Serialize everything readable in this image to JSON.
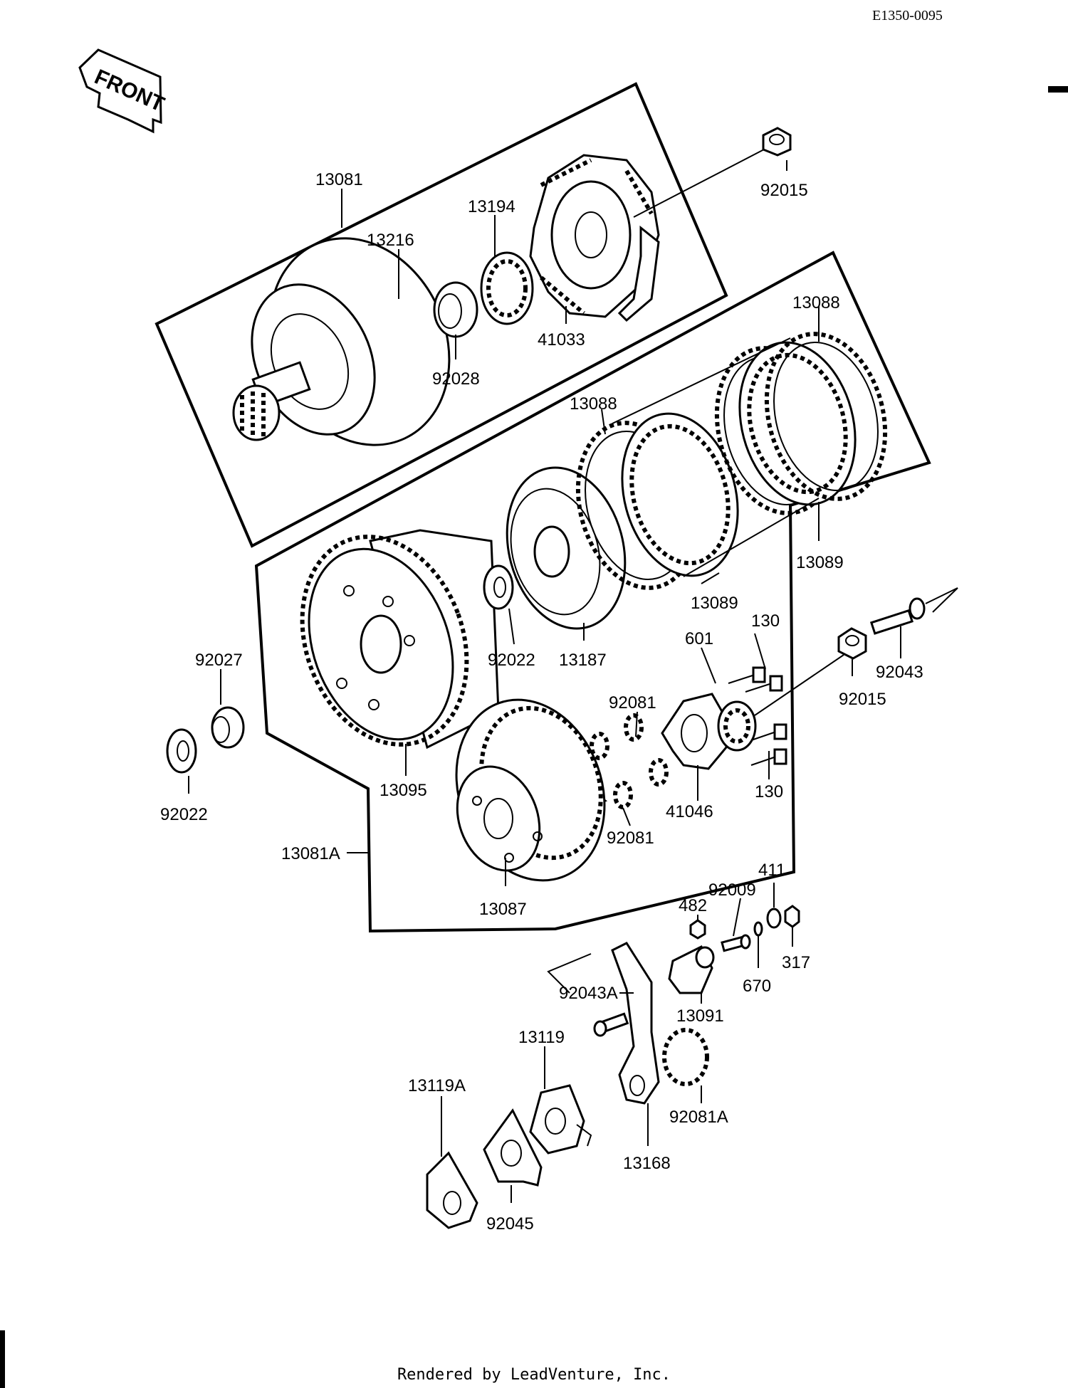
{
  "diagram_code": "E1350-0095",
  "front_label": "FRONT",
  "footer": "Rendered by LeadVenture, Inc.",
  "labels": {
    "p13081": "13081",
    "p13216": "13216",
    "p13194": "13194",
    "p92015a": "92015",
    "p92028": "92028",
    "p41033": "41033",
    "p13088a": "13088",
    "p13088b": "13088",
    "p13089a": "13089",
    "p13089b": "13089",
    "p92027": "92027",
    "p92022a": "92022",
    "p92022b": "92022",
    "p13187": "13187",
    "p130a": "130",
    "p601": "601",
    "p92043": "92043",
    "p92015b": "92015",
    "p92081a": "92081",
    "p92081b": "92081",
    "p13095": "13095",
    "p41046": "41046",
    "p130b": "130",
    "p13081A": "13081A",
    "p13087": "13087",
    "p411": "411",
    "p92009": "92009",
    "p482": "482",
    "p317": "317",
    "p670": "670",
    "p92043A": "92043A",
    "p13091": "13091",
    "p13119": "13119",
    "p13119A": "13119A",
    "p92081A": "92081A",
    "p13168": "13168",
    "p92045": "92045"
  }
}
